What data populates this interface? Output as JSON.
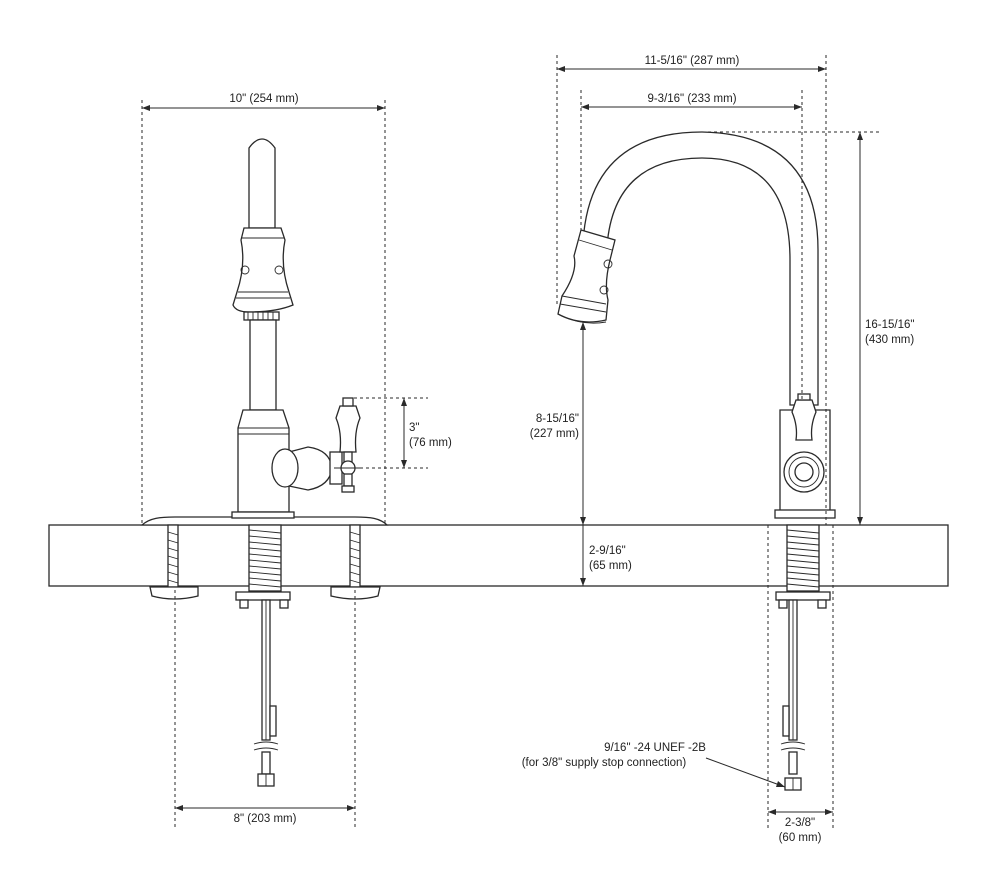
{
  "dimensions": {
    "front_width": "10\" (254 mm)",
    "handle_height_imperial": "3\"",
    "handle_height_metric": "(76 mm)",
    "centers_width": "8\" (203 mm)",
    "reach_overall": "11-5/16\" (287 mm)",
    "reach_spout": "9-3/16\" (233 mm)",
    "total_height_imperial": "16-15/16\"",
    "total_height_metric": "(430 mm)",
    "spout_clearance_imperial": "8-15/16\"",
    "spout_clearance_metric": "(227 mm)",
    "deck_thickness_imperial": "2-9/16\"",
    "deck_thickness_metric": "(65 mm)",
    "base_width_imperial": "2-3/8\"",
    "base_width_metric": "(60 mm)"
  },
  "callouts": {
    "supply_thread": "9/16\" -24 UNEF -2B",
    "supply_note": "(for 3/8\" supply stop connection)"
  }
}
